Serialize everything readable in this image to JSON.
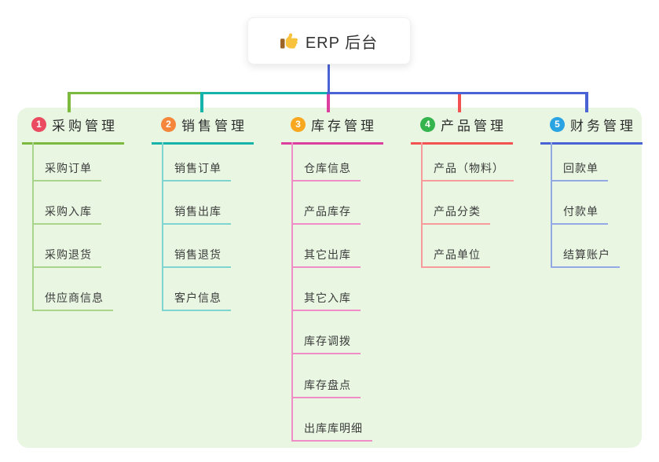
{
  "root": {
    "title": "ERP 后台",
    "icon": "thumbs-up-icon",
    "icon_colors": {
      "hand": "#f9c23c",
      "cuff": "#9c6426"
    }
  },
  "canvas": {
    "background": "#ffffff",
    "panel_background": "#e8f6e2",
    "trunk_color": "#4a63d4"
  },
  "branches": [
    {
      "num": "1",
      "label": "采购管理",
      "badge_color": "#ea4b61",
      "line_color": "#7cb93f",
      "child_line_color": "#a9d48c",
      "children": [
        "采购订单",
        "采购入库",
        "采购退货",
        "供应商信息"
      ]
    },
    {
      "num": "2",
      "label": "销售管理",
      "badge_color": "#f5863b",
      "line_color": "#16b3aa",
      "child_line_color": "#7ed5cf",
      "children": [
        "销售订单",
        "销售出库",
        "销售退货",
        "客户信息"
      ]
    },
    {
      "num": "3",
      "label": "库存管理",
      "badge_color": "#f8a71e",
      "line_color": "#dc3f9d",
      "child_line_color": "#f08dc7",
      "children": [
        "仓库信息",
        "产品库存",
        "其它出库",
        "其它入库",
        "库存调拨",
        "库存盘点",
        "出库库明细"
      ]
    },
    {
      "num": "4",
      "label": "产品管理",
      "badge_color": "#35b44e",
      "line_color": "#f25252",
      "child_line_color": "#f79b9b",
      "children": [
        "产品（物料）",
        "产品分类",
        "产品单位"
      ]
    },
    {
      "num": "5",
      "label": "财务管理",
      "badge_color": "#29a3e2",
      "line_color": "#4a63d4",
      "child_line_color": "#93a9e6",
      "children": [
        "回款单",
        "付款单",
        "结算账户"
      ]
    }
  ]
}
